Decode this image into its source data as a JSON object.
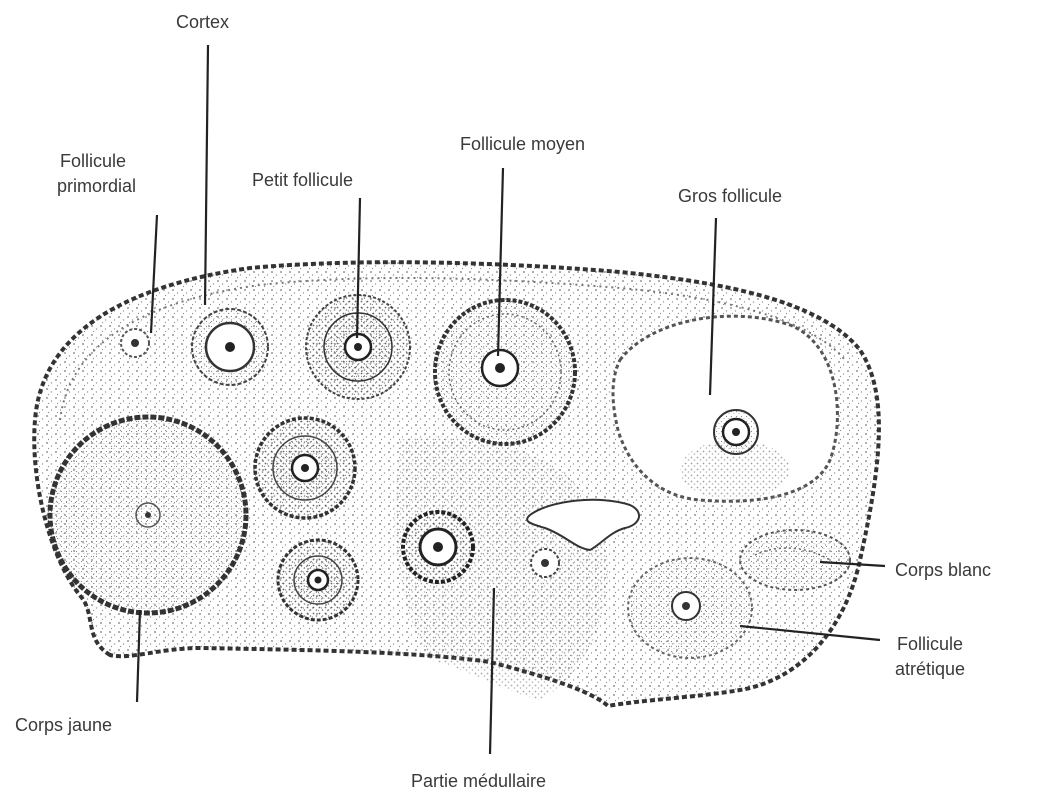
{
  "diagram": {
    "labels": {
      "cortex": "Cortex",
      "follicule_primordial_1": "Follicule",
      "follicule_primordial_2": "primordial",
      "petit_follicule": "Petit follicule",
      "follicule_moyen": "Follicule moyen",
      "gros_follicule": "Gros follicule",
      "corps_blanc": "Corps blanc",
      "follicule_atretique_1": "Follicule",
      "follicule_atretique_2": "atrétique",
      "corps_jaune": "Corps jaune",
      "partie_medullaire": "Partie médullaire"
    }
  }
}
